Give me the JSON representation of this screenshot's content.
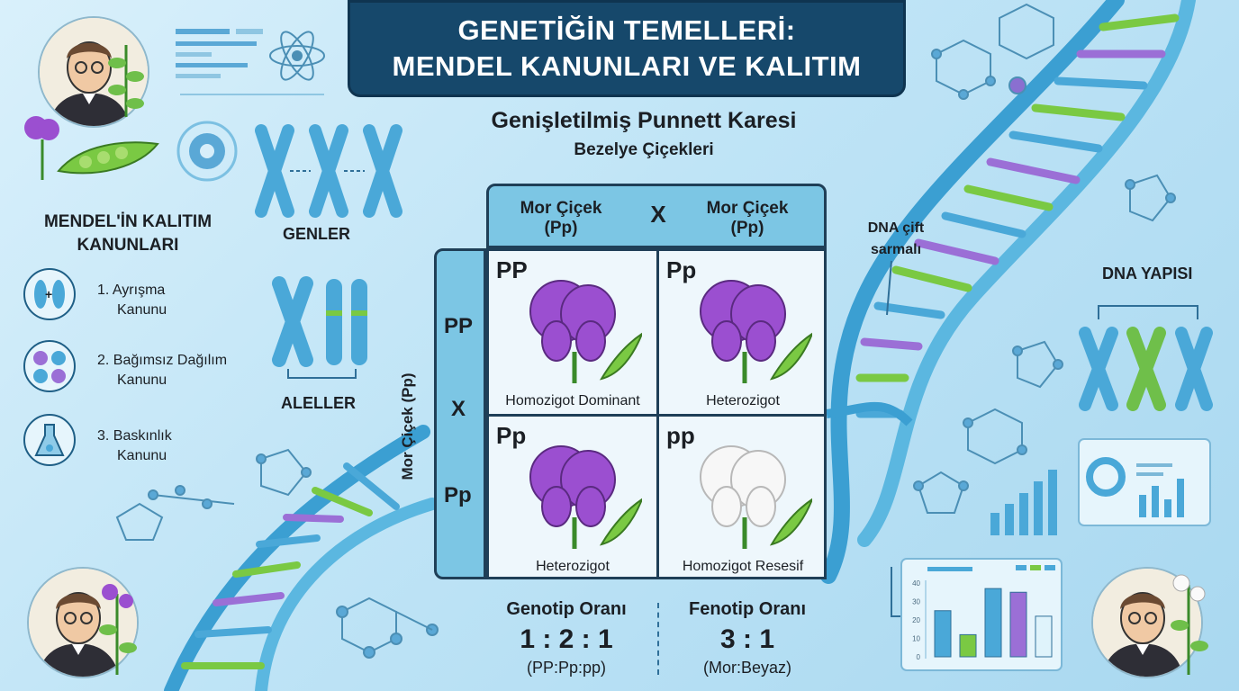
{
  "title": {
    "line1": "GENETİĞİN TEMELLERİ:",
    "line2": "MENDEL KANUNLARI VE KALITIM"
  },
  "punnett": {
    "title": "Genişletilmiş Punnett Karesi",
    "subtitle": "Bezelye Çiçekleri",
    "parent_top_left": "Mor Çiçek\n(Pp)",
    "parent_top_right": "Mor Çiçek\n(Pp)",
    "cross_symbol": "X",
    "side_parent": "Mor Çiçek (Pp)",
    "row_labels": [
      "PP",
      "Pp"
    ],
    "cells": [
      {
        "genotype": "PP",
        "label": "Homozigot Dominant",
        "flower_color": "#9b4fd0"
      },
      {
        "genotype": "Pp",
        "label": "Heterozigot",
        "flower_color": "#9b4fd0"
      },
      {
        "genotype": "Pp",
        "label": "Heterozigot",
        "flower_color": "#9b4fd0"
      },
      {
        "genotype": "pp",
        "label": "Homozigot Resesif",
        "flower_color": "#f7f7f7"
      }
    ]
  },
  "ratios": {
    "genotype": {
      "title": "Genotip Oranı",
      "value": "1 : 2 : 1",
      "note": "(PP:Pp:pp)"
    },
    "phenotype": {
      "title": "Fenotip Oranı",
      "value": "3 : 1",
      "note": "(Mor:Beyaz)"
    }
  },
  "laws": {
    "heading_line1": "MENDEL'İN KALITIM",
    "heading_line2": "KANUNLARI",
    "items": [
      {
        "line1": "1. Ayrışma",
        "line2": "Kanunu",
        "icon": "segregation-icon"
      },
      {
        "line1": "2. Bağımsız Dağılım",
        "line2": "Kanunu",
        "icon": "independent-assortment-icon"
      },
      {
        "line1": "3. Baskınlık",
        "line2": "Kanunu",
        "icon": "flask-icon"
      }
    ]
  },
  "labels": {
    "genes": "GENLER",
    "alleles": "ALELLER",
    "dna_double_line1": "DNA çift",
    "dna_double_line2": "sarmalı",
    "dna_structure": "DNA YAPISI"
  },
  "mini_chart": {
    "y_ticks": [
      "40",
      "30",
      "20",
      "10",
      "0"
    ],
    "values": [
      25,
      12,
      37,
      35,
      22
    ],
    "colors": [
      "#4aa8d8",
      "#7ac943",
      "#4aa8d8",
      "#9b6fd6",
      "#dff3fb"
    ]
  },
  "colors": {
    "title_bg": "#16486b",
    "header_bg": "#7cc6e4",
    "purple": "#9b4fd0",
    "green": "#6fbf4a"
  }
}
